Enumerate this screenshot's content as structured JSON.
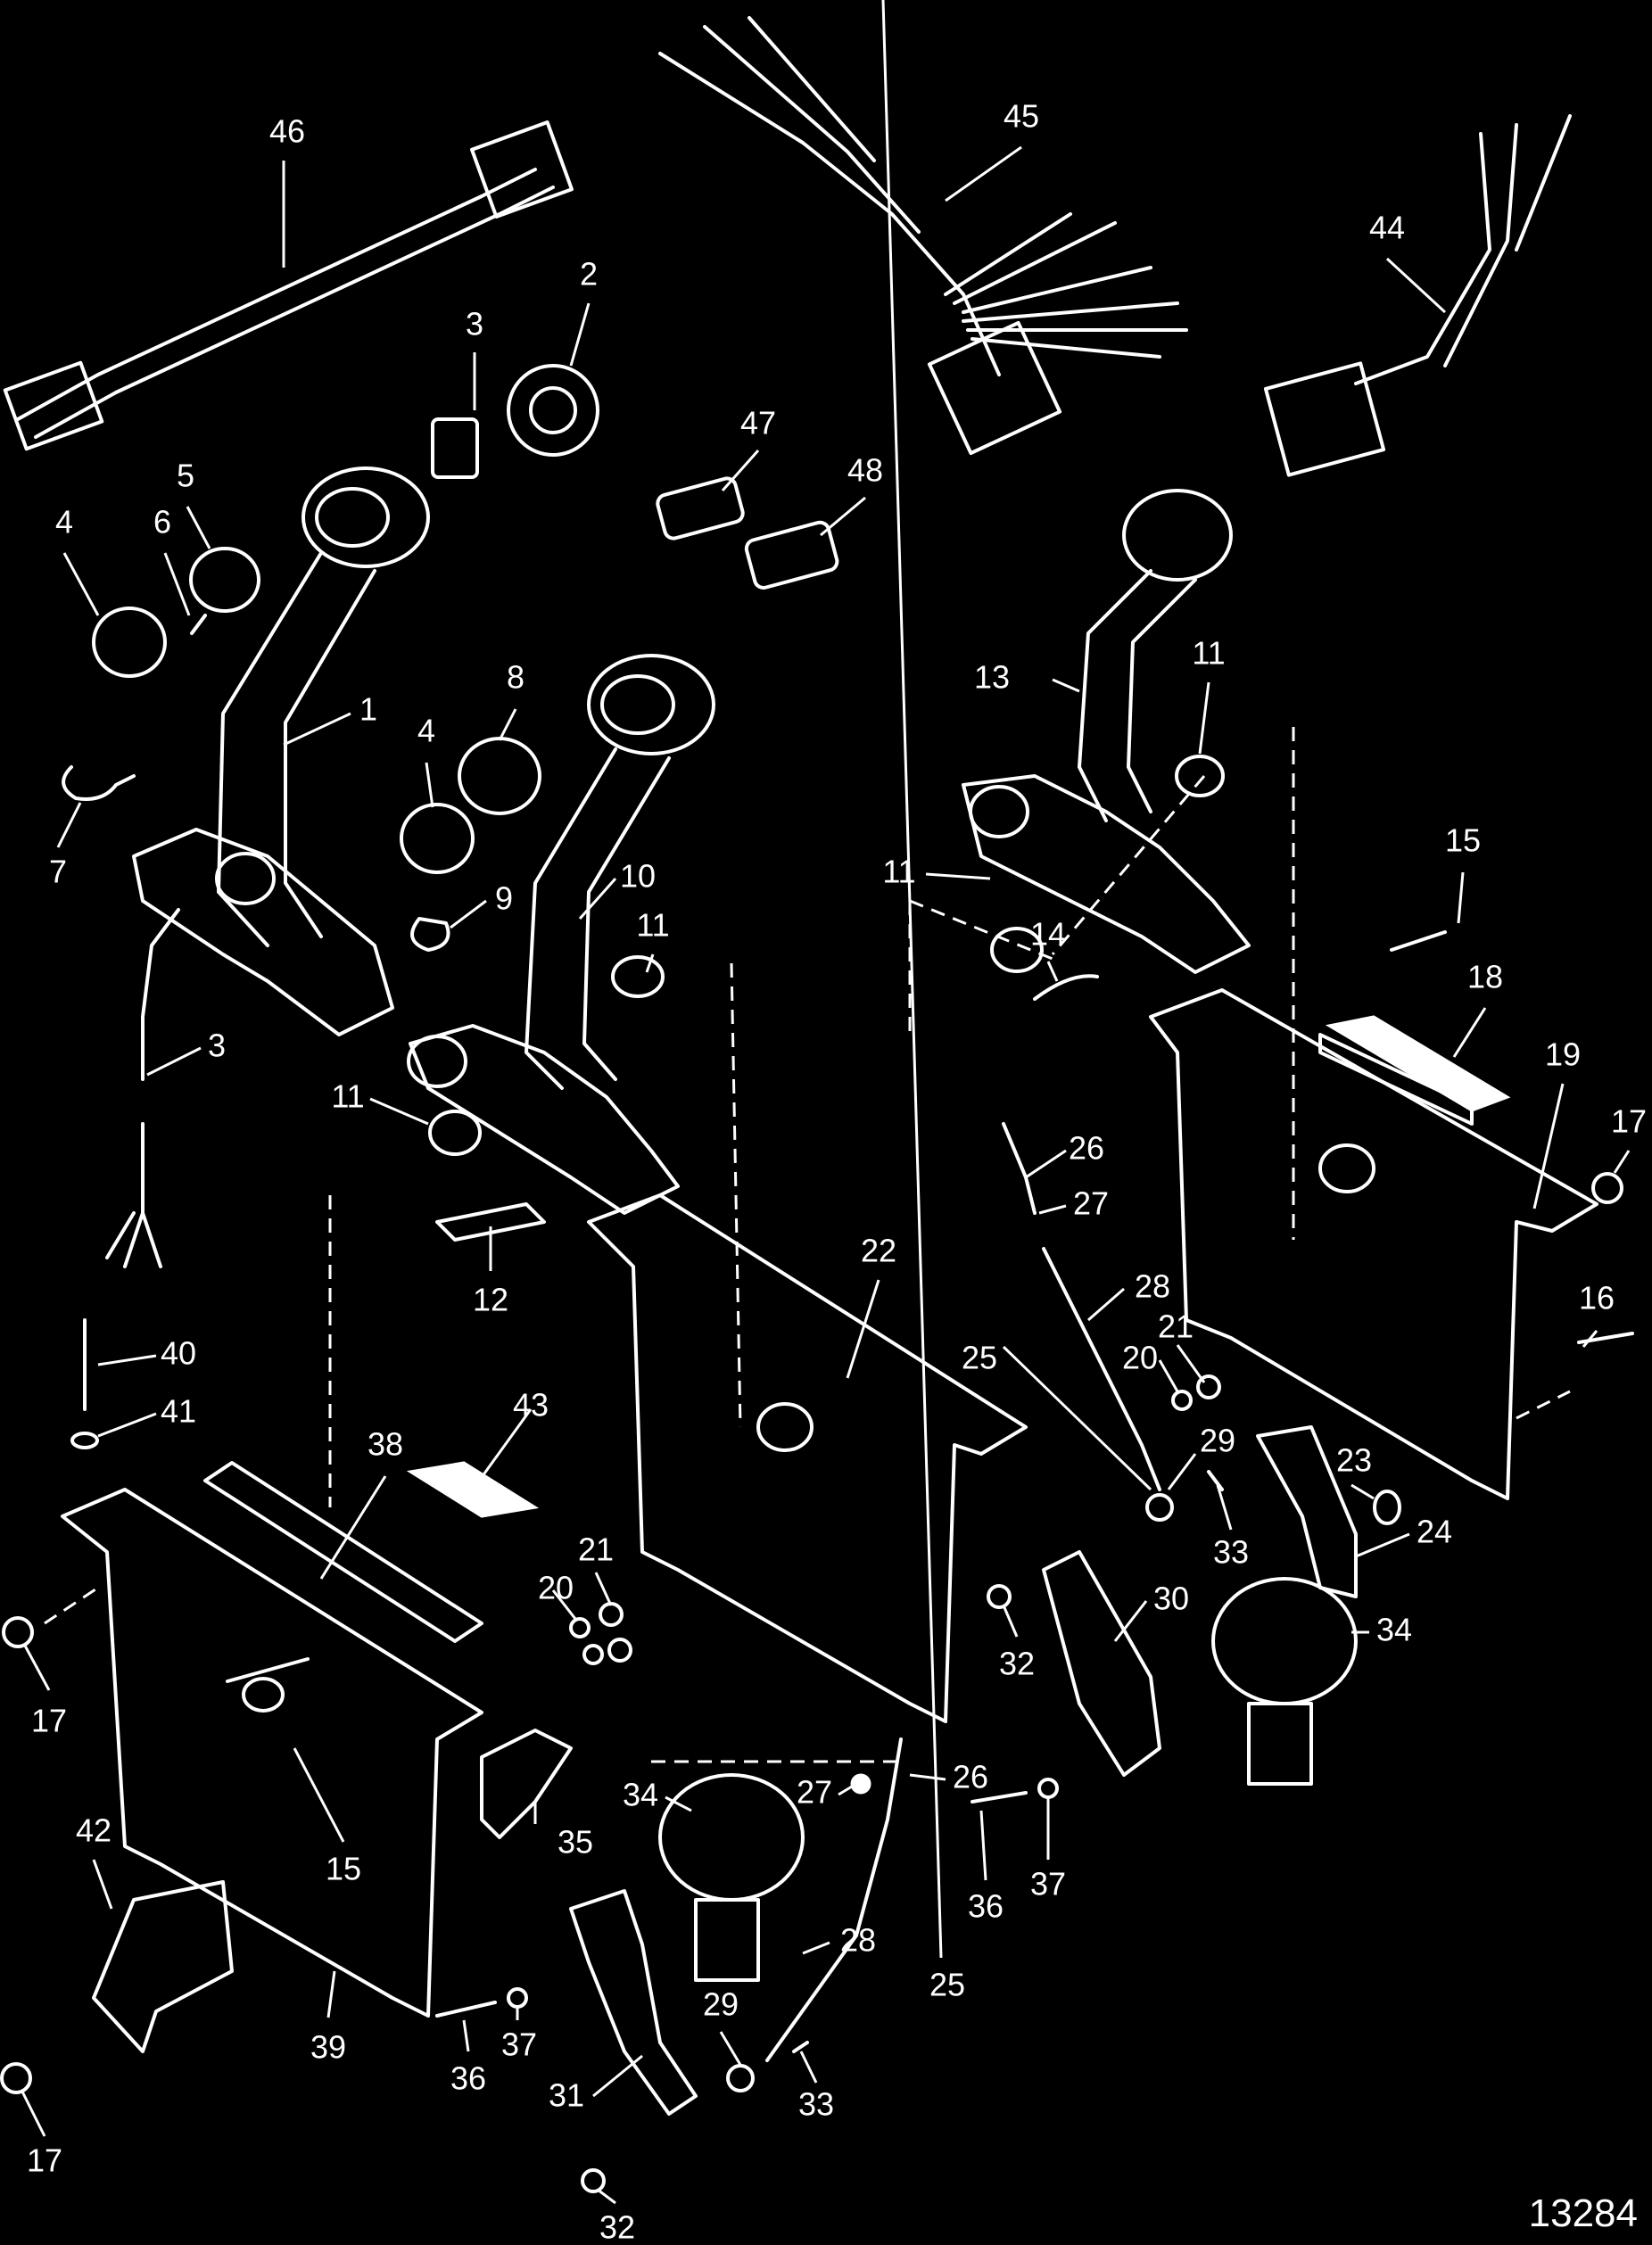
{
  "figure_number": "13284",
  "callouts": [
    "1",
    "2",
    "3",
    "3",
    "4",
    "4",
    "5",
    "6",
    "7",
    "8",
    "9",
    "10",
    "11",
    "11",
    "11",
    "11",
    "12",
    "13",
    "14",
    "15",
    "15",
    "16",
    "17",
    "17",
    "17",
    "18",
    "19",
    "20",
    "20",
    "21",
    "21",
    "22",
    "23",
    "24",
    "25",
    "25",
    "26",
    "26",
    "27",
    "27",
    "28",
    "28",
    "29",
    "29",
    "30",
    "31",
    "32",
    "32",
    "33",
    "33",
    "34",
    "34",
    "35",
    "36",
    "36",
    "37",
    "37",
    "38",
    "39",
    "40",
    "41",
    "42",
    "43",
    "44",
    "45",
    "46",
    "47",
    "48"
  ]
}
